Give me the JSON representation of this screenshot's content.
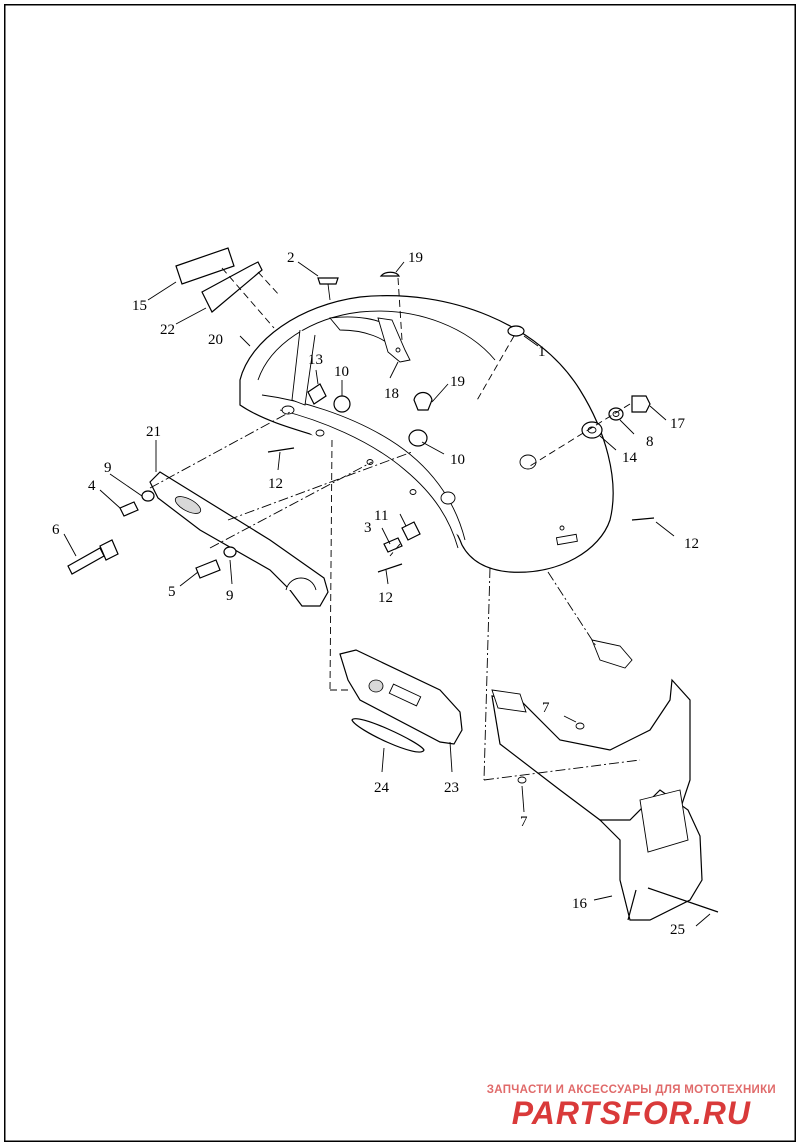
{
  "diagram": {
    "callouts": [
      {
        "id": "c1",
        "label": "1"
      },
      {
        "id": "c2",
        "label": "2"
      },
      {
        "id": "c3",
        "label": "3"
      },
      {
        "id": "c4",
        "label": "4"
      },
      {
        "id": "c5",
        "label": "5"
      },
      {
        "id": "c6",
        "label": "6"
      },
      {
        "id": "c7a",
        "label": "7"
      },
      {
        "id": "c7b",
        "label": "7"
      },
      {
        "id": "c8",
        "label": "8"
      },
      {
        "id": "c9a",
        "label": "9"
      },
      {
        "id": "c9b",
        "label": "9"
      },
      {
        "id": "c10a",
        "label": "10"
      },
      {
        "id": "c10b",
        "label": "10"
      },
      {
        "id": "c11",
        "label": "11"
      },
      {
        "id": "c12a",
        "label": "12"
      },
      {
        "id": "c12b",
        "label": "12"
      },
      {
        "id": "c12c",
        "label": "12"
      },
      {
        "id": "c13",
        "label": "13"
      },
      {
        "id": "c14",
        "label": "14"
      },
      {
        "id": "c15",
        "label": "15"
      },
      {
        "id": "c16",
        "label": "16"
      },
      {
        "id": "c17",
        "label": "17"
      },
      {
        "id": "c18",
        "label": "18"
      },
      {
        "id": "c19a",
        "label": "19"
      },
      {
        "id": "c19b",
        "label": "19"
      },
      {
        "id": "c20",
        "label": "20"
      },
      {
        "id": "c21",
        "label": "21"
      },
      {
        "id": "c22",
        "label": "22"
      },
      {
        "id": "c23",
        "label": "23"
      },
      {
        "id": "c24",
        "label": "24"
      },
      {
        "id": "c25",
        "label": "25"
      }
    ]
  },
  "watermark": {
    "tagline": "ЗАПЧАСТИ И АКСЕССУАРЫ ДЛЯ МОТОТЕХНИКИ",
    "logo": "PARTSFOR.RU",
    "tagline_color": "#e06a6a",
    "logo_color": "#d93a3a"
  },
  "colors": {
    "frame": "#000000",
    "line": "#000000",
    "background": "#ffffff"
  }
}
